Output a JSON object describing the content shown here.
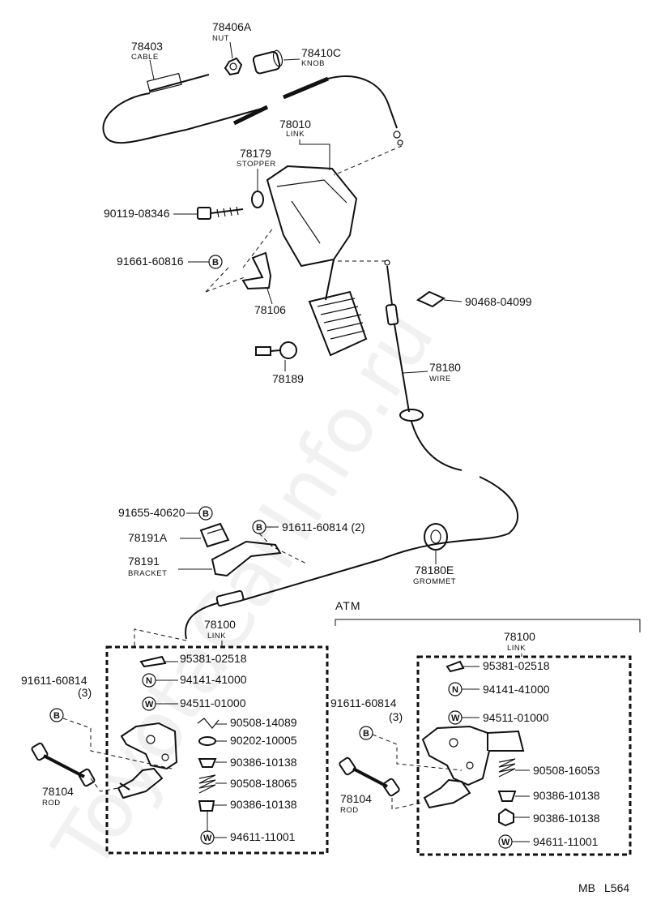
{
  "watermark": "ToyotaCarInfo.ru",
  "parts": {
    "cable": {
      "number": "78403",
      "name": "CABLE"
    },
    "nut": {
      "number": "78406A",
      "name": "NUT"
    },
    "knob": {
      "number": "78410C",
      "name": "KNOB"
    },
    "link_top": {
      "number": "78010",
      "name": "LINK"
    },
    "stopper": {
      "number": "78179",
      "name": "STOPPER"
    },
    "bolt_90119": {
      "number": "90119-08346"
    },
    "bolt_91661": {
      "number": "91661-60816",
      "mark": "B"
    },
    "part_78106": {
      "number": "78106"
    },
    "part_90468": {
      "number": "90468-04099"
    },
    "part_78189": {
      "number": "78189"
    },
    "wire": {
      "number": "78180",
      "name": "WIRE"
    },
    "bolt_91655": {
      "number": "91655-40620",
      "mark": "B"
    },
    "bolt_91611_a": {
      "number": "91611-60814 (2)",
      "mark": "B"
    },
    "part_78191A": {
      "number": "78191A"
    },
    "bracket": {
      "number": "78191",
      "name": "BRACKET"
    },
    "grommet": {
      "number": "78180E",
      "name": "GROMMET"
    }
  },
  "left_assembly": {
    "link": {
      "number": "78100",
      "name": "LINK"
    },
    "bolt": {
      "number": "91611-60814",
      "qty": "(3)",
      "mark": "B"
    },
    "rod": {
      "number": "78104",
      "name": "ROD"
    },
    "items": [
      {
        "number": "95381-02518",
        "mark": ""
      },
      {
        "number": "94141-41000",
        "mark": "N"
      },
      {
        "number": "94511-01000",
        "mark": "W"
      },
      {
        "number": "90508-14089",
        "mark": ""
      },
      {
        "number": "90202-10005",
        "mark": ""
      },
      {
        "number": "90386-10138",
        "mark": ""
      },
      {
        "number": "90508-18065",
        "mark": ""
      },
      {
        "number": "90386-10138",
        "mark": ""
      },
      {
        "number": "94611-11001",
        "mark": "W"
      }
    ]
  },
  "right_assembly": {
    "header": "ATM",
    "link": {
      "number": "78100",
      "name": "LINK"
    },
    "bolt": {
      "number": "91611-60814",
      "qty": "(3)",
      "mark": "B"
    },
    "rod": {
      "number": "78104",
      "name": "ROD"
    },
    "items": [
      {
        "number": "95381-02518",
        "mark": ""
      },
      {
        "number": "94141-41000",
        "mark": "N"
      },
      {
        "number": "94511-01000",
        "mark": "W"
      },
      {
        "number": "90508-16053",
        "mark": ""
      },
      {
        "number": "90386-10138",
        "mark": ""
      },
      {
        "number": "90386-10138",
        "mark": ""
      },
      {
        "number": "94611-11001",
        "mark": "W"
      }
    ]
  },
  "footer": {
    "code_prefix": "MB",
    "code": "L564"
  }
}
